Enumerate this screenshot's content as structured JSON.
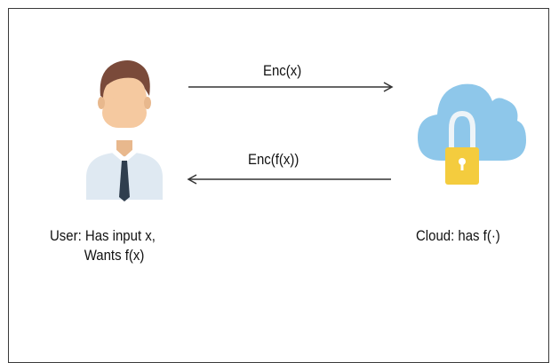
{
  "arrows": {
    "to_cloud": "Enc(x)",
    "to_user": "Enc(f(x))"
  },
  "user": {
    "line1": "User: Has input x,",
    "line2": "Wants f(x)"
  },
  "cloud": {
    "label": "Cloud: has f(·)"
  },
  "colors": {
    "hair": "#7a4a3a",
    "skin": "#f5c9a0",
    "shirt": "#dfe9f2",
    "tie": "#2f3e4e",
    "cloud": "#8ec7ea",
    "lock_body": "#f4cc3e",
    "lock_shackle": "#eef4f8",
    "arrow": "#333333"
  }
}
